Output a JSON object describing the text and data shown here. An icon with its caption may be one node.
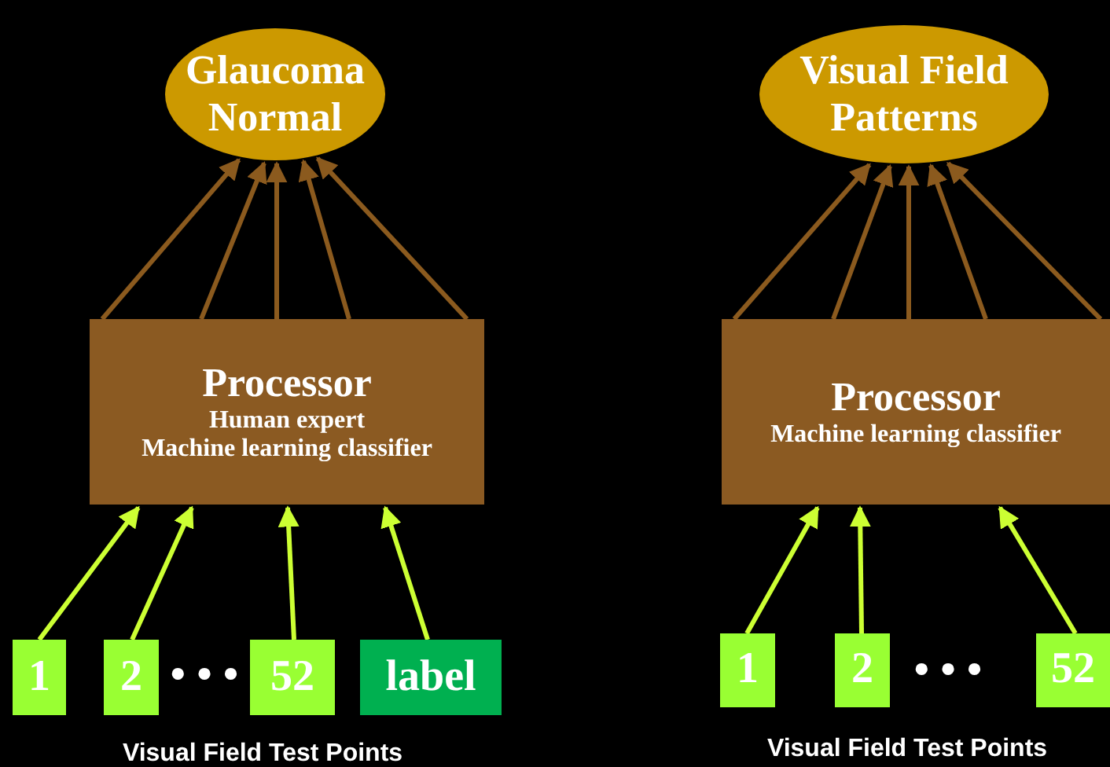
{
  "diagram": {
    "nodes": [
      {
        "text": [
          "Glaucoma Normal"
        ]
      },
      {
        "text": [
          "Processor",
          "Human expert",
          "Machine learning classifier"
        ]
      },
      {
        "text": [
          "1"
        ]
      },
      {
        "text": [
          "2"
        ]
      },
      {
        "text": [
          "52"
        ]
      },
      {
        "text": [
          "label"
        ]
      },
      {
        "text": [
          "Visual Field Patterns"
        ]
      },
      {
        "text": [
          "Processor",
          "Machine learning classifier"
        ]
      },
      {
        "text": [
          "1"
        ]
      },
      {
        "text": [
          "2"
        ]
      },
      {
        "text": [
          "52"
        ]
      }
    ],
    "edges": [
      {
        "from": 1,
        "to": 0,
        "arrow": "to"
      },
      {
        "from": 1,
        "to": 0,
        "arrow": "to"
      },
      {
        "from": 1,
        "to": 0,
        "arrow": "to"
      },
      {
        "from": 1,
        "to": 0,
        "arrow": "to"
      },
      {
        "from": 1,
        "to": 0,
        "arrow": "to"
      },
      {
        "from": 2,
        "to": 1,
        "arrow": "to",
        "color": "#ccff33"
      },
      {
        "from": 3,
        "to": 1,
        "arrow": "to",
        "color": "#ccff33"
      },
      {
        "from": 4,
        "to": 1,
        "arrow": "to",
        "color": "#ccff33"
      },
      {
        "from": 5,
        "to": 1,
        "arrow": "to",
        "color": "#ccff33"
      },
      {
        "from": 7,
        "to": 6,
        "arrow": "to"
      },
      {
        "from": 7,
        "to": 6,
        "arrow": "to"
      },
      {
        "from": 7,
        "to": 6,
        "arrow": "to"
      },
      {
        "from": 7,
        "to": 6,
        "arrow": "to"
      },
      {
        "from": 7,
        "to": 6,
        "arrow": "to"
      },
      {
        "from": 8,
        "to": 7,
        "arrow": "to",
        "color": "#ccff33"
      },
      {
        "from": 9,
        "to": 7,
        "arrow": "to",
        "color": "#ccff33"
      },
      {
        "from": 10,
        "to": 7,
        "arrow": "to",
        "color": "#ccff33"
      }
    ],
    "labels": [
      "• • •",
      "Visual Field Test Points",
      "• • •",
      "Visual Field Test Points"
    ]
  }
}
